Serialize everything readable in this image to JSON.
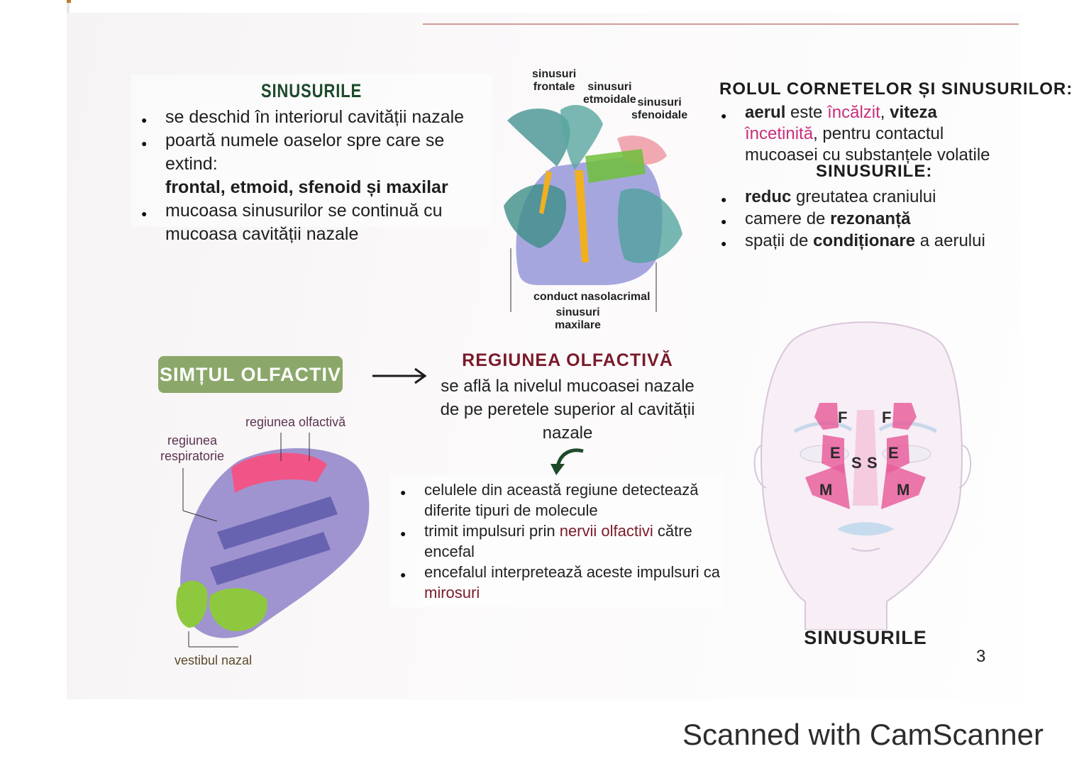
{
  "sinusuri_box": {
    "title": "SINUSURILE",
    "items": [
      "se deschid în interiorul cavității nazale",
      "poartă numele oaselor spre care se extind:",
      "frontal, etmoid, sfenoid și maxilar",
      "mucoasa sinusurilor se continuă cu",
      "mucoasa cavității nazale"
    ]
  },
  "anatomy_labels": {
    "frontale_1": "sinusuri",
    "frontale_2": "frontale",
    "etmoidale_1": "sinusuri",
    "etmoidale_2": "etmoidale",
    "sfenoidale_1": "sinusuri",
    "sfenoidale_2": "sfenoidale",
    "conduct": "conduct nasolacrimal",
    "maxilare_1": "sinusuri",
    "maxilare_2": "maxilare"
  },
  "rol_box": {
    "title": "ROLUL CORNETELOR ȘI SINUSURILOR:",
    "aerul": "aerul",
    "este": " este ",
    "incalzit": "încălzit",
    "comma1": ", ",
    "viteza": "viteza",
    "incetinita": "încetinită",
    "rest1": ", pentru contactul",
    "rest2": "mucoasei cu substanțele volatile",
    "sin_title": "SINUSURILE:",
    "reduc": "reduc",
    "reduc_rest": " greutatea craniului",
    "camere": "camere de ",
    "rezonanta": "rezonanță",
    "spatii": "spații de ",
    "conditionare": "condiționare",
    "spatii_rest": " a aerului"
  },
  "olfactiv": {
    "badge": "SIMȚUL OLFACTIV",
    "label_olfactiva": "regiunea olfactivă",
    "label_resp_1": "regiunea",
    "label_resp_2": "respiratorie",
    "label_vestibul": "vestibul nazal"
  },
  "regiunea": {
    "title": "REGIUNEA OLFACTIVĂ",
    "line1": "se află la nivelul mucoasei nazale",
    "line2": "de pe peretele superior al cavității",
    "line3": "nazale",
    "b1": "celulele din această regiune detectează diferite tipuri de molecule",
    "b2_a": "trimit impulsuri prin ",
    "b2_b": "nervii olfactivi",
    "b2_c": " către encefal",
    "b3_a": "encefalul interpretează aceste impulsuri ca ",
    "b3_b": "mirosuri"
  },
  "face_labels": {
    "f_left": "F",
    "f_right": "F",
    "e_left": "E",
    "e_right": "E",
    "s_left": "S",
    "s_right": "S",
    "m_left": "M",
    "m_right": "M"
  },
  "caption": "SINUSURILE",
  "page_number": "3",
  "footer": "Scanned with CamScanner",
  "colors": {
    "title_green": "#1d4a2c",
    "badge_green": "#8ba86a",
    "maroon": "#7a1a2a",
    "pink": "#c6307a",
    "sinus_pink": "#e8609c"
  }
}
